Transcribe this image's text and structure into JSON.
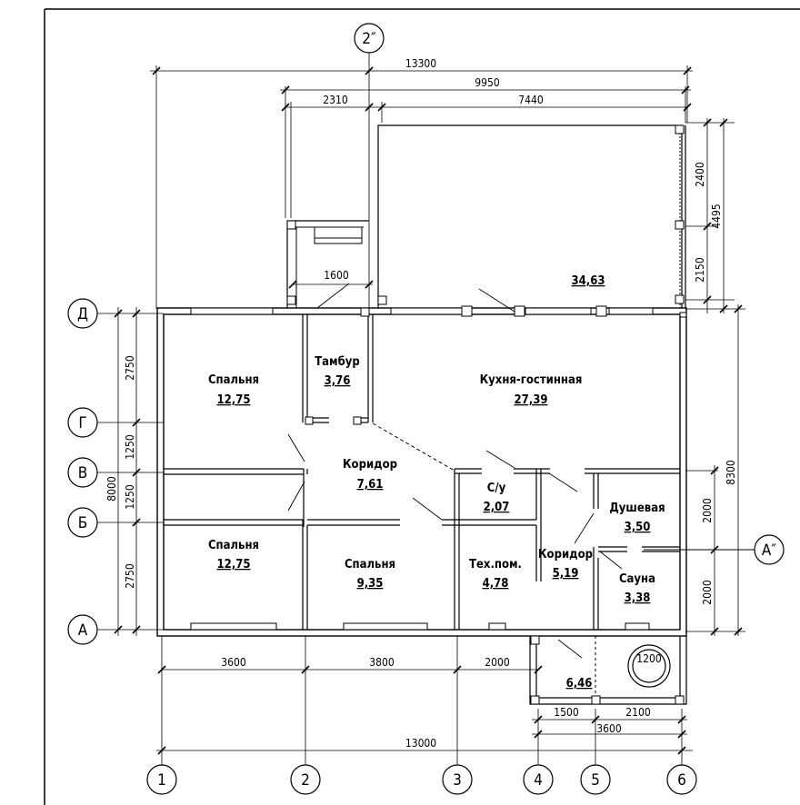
{
  "axes": {
    "vertical": [
      "1",
      "2",
      "3",
      "4",
      "5",
      "6",
      "2″"
    ],
    "horizontal": [
      "Д",
      "Г",
      "В",
      "Б",
      "А"
    ],
    "section": "А″"
  },
  "dims": {
    "top_total": "13300",
    "terrace_total": "9950",
    "terrace_left": "2310",
    "terrace_right": "7440",
    "porch_width": "1600",
    "right_2400": "2400",
    "right_2150": "2150",
    "right_4495": "4495",
    "right_8300": "8300",
    "right_2000a": "2000",
    "right_2000b": "2000",
    "left_2750a": "2750",
    "left_1250a": "1250",
    "left_1250b": "1250",
    "left_2750b": "2750",
    "left_8000": "8000",
    "bottom_3600": "3600",
    "bottom_3800": "3800",
    "bottom_2000": "2000",
    "bottom_1500": "1500",
    "bottom_2100": "2100",
    "bottom_3600b": "3600",
    "bottom_total": "13000",
    "font_diam": "1200"
  },
  "rooms": {
    "terrace_area": "34,63",
    "bed1_name": "Спальня",
    "bed1_area": "12,75",
    "tambur_name": "Тамбур",
    "tambur_area": "3,76",
    "kitchen_name": "Кухня-гостинная",
    "kitchen_area": "27,39",
    "corridor1_name": "Коридор",
    "corridor1_area": "7,61",
    "wc_name": "С/у",
    "wc_area": "2,07",
    "shower_name": "Душевая",
    "shower_area": "3,50",
    "bed2_name": "Спальня",
    "bed2_area": "12,75",
    "bed3_name": "Спальня",
    "bed3_area": "9,35",
    "tech_name": "Тех.пом.",
    "tech_area": "4,78",
    "corridor2_name": "Коридор",
    "corridor2_area": "5,19",
    "sauna_name": "Сауна",
    "sauna_area": "3,38",
    "porch2_area": "6,46"
  }
}
